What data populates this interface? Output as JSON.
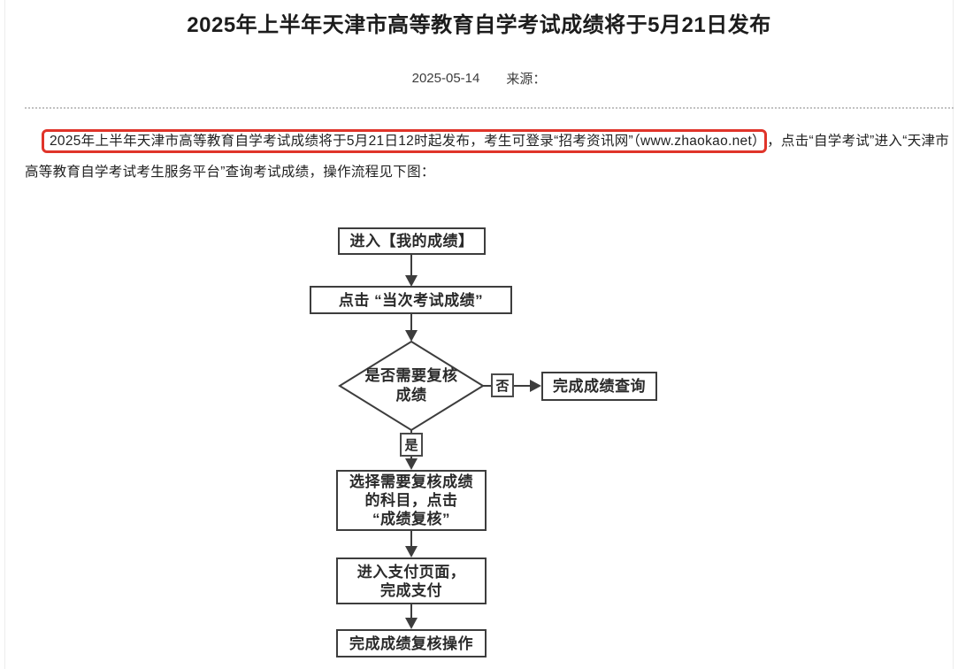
{
  "page": {
    "title": "2025年上半年天津市高等教育自学考试成绩将于5月21日发布",
    "meta": {
      "date": "2025-05-14",
      "source_label": "来源："
    }
  },
  "article": {
    "highlighted_text": "2025年上半年天津市高等教育自学考试成绩将于5月21日12时起发布，考生可登录“招考资讯网”（www.zhaokao.net）",
    "following_text": "，点击“自学考试”进入“天津市高等教育自学考试考生服务平台”查询考试成绩，操作流程见下图：",
    "highlight_color": "#e0342a"
  },
  "flowchart": {
    "line_color": "#3d3d3d",
    "step_enter_scores": "进入【我的成绩】",
    "step_click_current": "点击 “当次考试成绩”",
    "decision_need_review": "是否需要复核\n成绩",
    "label_no": "否",
    "label_yes": "是",
    "step_complete_query": "完成成绩查询",
    "step_select_subjects": "选择需要复核成绩\n的科目，点击\n“成绩复核”",
    "step_payment": "进入支付页面，\n完成支付",
    "step_complete_review": "完成成绩复核操作"
  }
}
